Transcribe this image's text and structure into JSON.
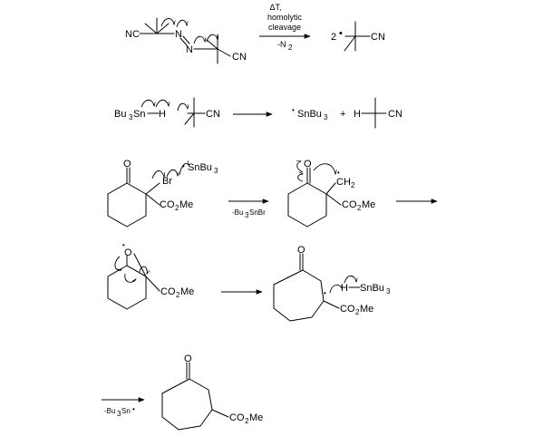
{
  "labels": {
    "nc": "NC",
    "cn": "CN",
    "n": "N",
    "two": "2",
    "bu3sn": "Bu",
    "sub3": "3",
    "sn": "Sn",
    "h": "H",
    "snbu": "SnBu",
    "plus": "+",
    "o": "O",
    "br": "Br",
    "co2me_a": "CO",
    "sub2": "2",
    "co2me_b": "Me",
    "ch2_a": "CH",
    "dot": "•"
  },
  "reagents": {
    "step1_line1": "ΔT,",
    "step1_line2": "homolytic",
    "step1_line3": "cleavage",
    "step1_line4": "-N",
    "step1_sub": "2",
    "step3": "-Bu",
    "step3_sub": "3",
    "step3_rest": "SnBr",
    "step6": "-Bu",
    "step6_sub": "3",
    "step6_rest": "Sn"
  }
}
